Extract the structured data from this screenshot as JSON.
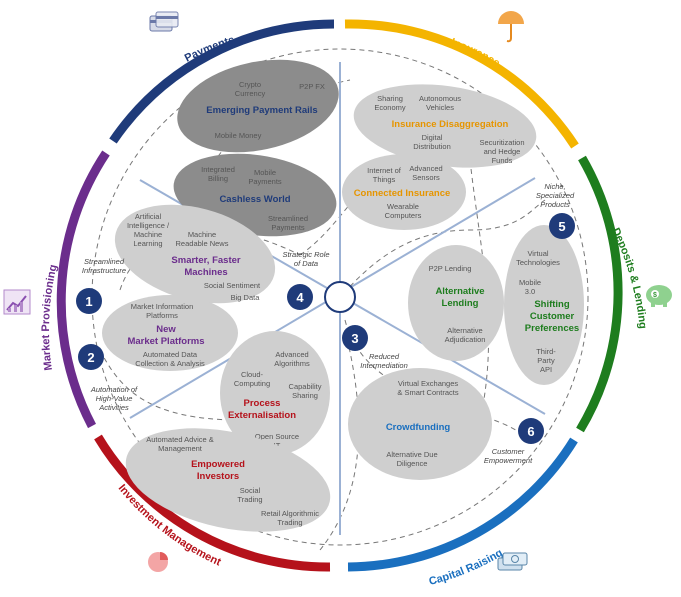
{
  "segments": {
    "payments": {
      "label": "Payments",
      "color": "#1f3b7a"
    },
    "insurance": {
      "label": "Insurance",
      "color": "#f4b400"
    },
    "deposits": {
      "label": "Deposits & Lending",
      "color": "#1e7d1e"
    },
    "capital": {
      "label": "Capital Raising",
      "color": "#1a6fbf"
    },
    "investment": {
      "label": "Investment Management",
      "color": "#b5121b"
    },
    "market": {
      "label": "Market Provisioning",
      "color": "#6b2d8c"
    }
  },
  "clusters": {
    "emerging": {
      "title": "Emerging Payment Rails",
      "items": [
        "Crypto",
        "Currency",
        "P2P FX",
        "Mobile Money"
      ]
    },
    "cashless": {
      "title": "Cashless World",
      "items": [
        "Integrated",
        "Billing",
        "Mobile",
        "Payments",
        "Streamlined",
        "Payments"
      ]
    },
    "insurance_disagg": {
      "title": "Insurance Disaggregation",
      "items": [
        "Sharing",
        "Economy",
        "Autonomous",
        "Vehicles",
        "Digital",
        "Distribution",
        "Securitization",
        "and Hedge",
        "Funds"
      ]
    },
    "connected": {
      "title": "Connected Insurance",
      "items": [
        "Internet of",
        "Things",
        "Advanced",
        "Sensors",
        "Wearable",
        "Computers"
      ]
    },
    "smarter": {
      "title": [
        "Smarter, Faster",
        "Machines"
      ],
      "items": [
        "Artificial",
        "Intelligence /",
        "Machine",
        "Learning",
        "Machine",
        "Readable News",
        "Social Sentiment",
        "Big Data"
      ]
    },
    "new_market": {
      "title": [
        "New",
        "Market Platforms"
      ],
      "items": [
        "Market Information",
        "Platforms",
        "Automated Data",
        "Collection & Analysis"
      ]
    },
    "alt_lending": {
      "title": [
        "Alternative",
        "Lending"
      ],
      "items": [
        "P2P Lending",
        "Alternative",
        "Adjudication"
      ]
    },
    "shifting": {
      "title": [
        "Shifting",
        "Customer",
        "Preferences"
      ],
      "items": [
        "Virtual",
        "Technologies",
        "Mobile",
        "3.0",
        "Third-",
        "Party",
        "API"
      ]
    },
    "process": {
      "title": [
        "Process",
        "Externalisation"
      ],
      "items": [
        "Advanced",
        "Algorithms",
        "Cloud-",
        "Computing",
        "Capability",
        "Sharing",
        "Open Source",
        "IT"
      ]
    },
    "crowdfunding": {
      "title": "Crowdfunding",
      "items": [
        "Virtual Exchanges",
        "& Smart Contracts",
        "Alternative Due",
        "Diligence"
      ]
    },
    "empowered": {
      "title": [
        "Empowered",
        "Investors"
      ],
      "items": [
        "Automated Advice &",
        "Management",
        "Social",
        "Trading",
        "Retail Algorithmic",
        "Trading"
      ]
    }
  },
  "themes": {
    "t1": {
      "num": "1",
      "label": [
        "Streamlined",
        "Infrastructure"
      ]
    },
    "t2": {
      "num": "2",
      "label": [
        "Automation of",
        "High-Value",
        "Activities"
      ]
    },
    "t3": {
      "num": "3",
      "label": [
        "Reduced",
        "Intermediation"
      ]
    },
    "t4": {
      "num": "4",
      "label": [
        "Strategic Role",
        "of Data"
      ]
    },
    "t5": {
      "num": "5",
      "label": [
        "Niche,",
        "Specialized",
        "Products"
      ]
    },
    "t6": {
      "num": "6",
      "label": [
        "Customer",
        "Empowerment"
      ]
    }
  },
  "colors": {
    "cluster_light": "#cfcfcf",
    "cluster_dark": "#8c8c8c",
    "theme_circle": "#1f3b7a",
    "spoke": "#9bb1d4",
    "title_blue": "#1f3b7a",
    "title_orange": "#e69500",
    "title_green": "#1e7d1e",
    "title_purple": "#6b2d8c",
    "title_red": "#b5121b",
    "title_lightblue": "#1a6fbf"
  },
  "icons": [
    "credit-card-icon",
    "umbrella-icon",
    "piggy-bank-icon",
    "money-stack-icon",
    "pie-chart-icon",
    "line-chart-icon"
  ]
}
